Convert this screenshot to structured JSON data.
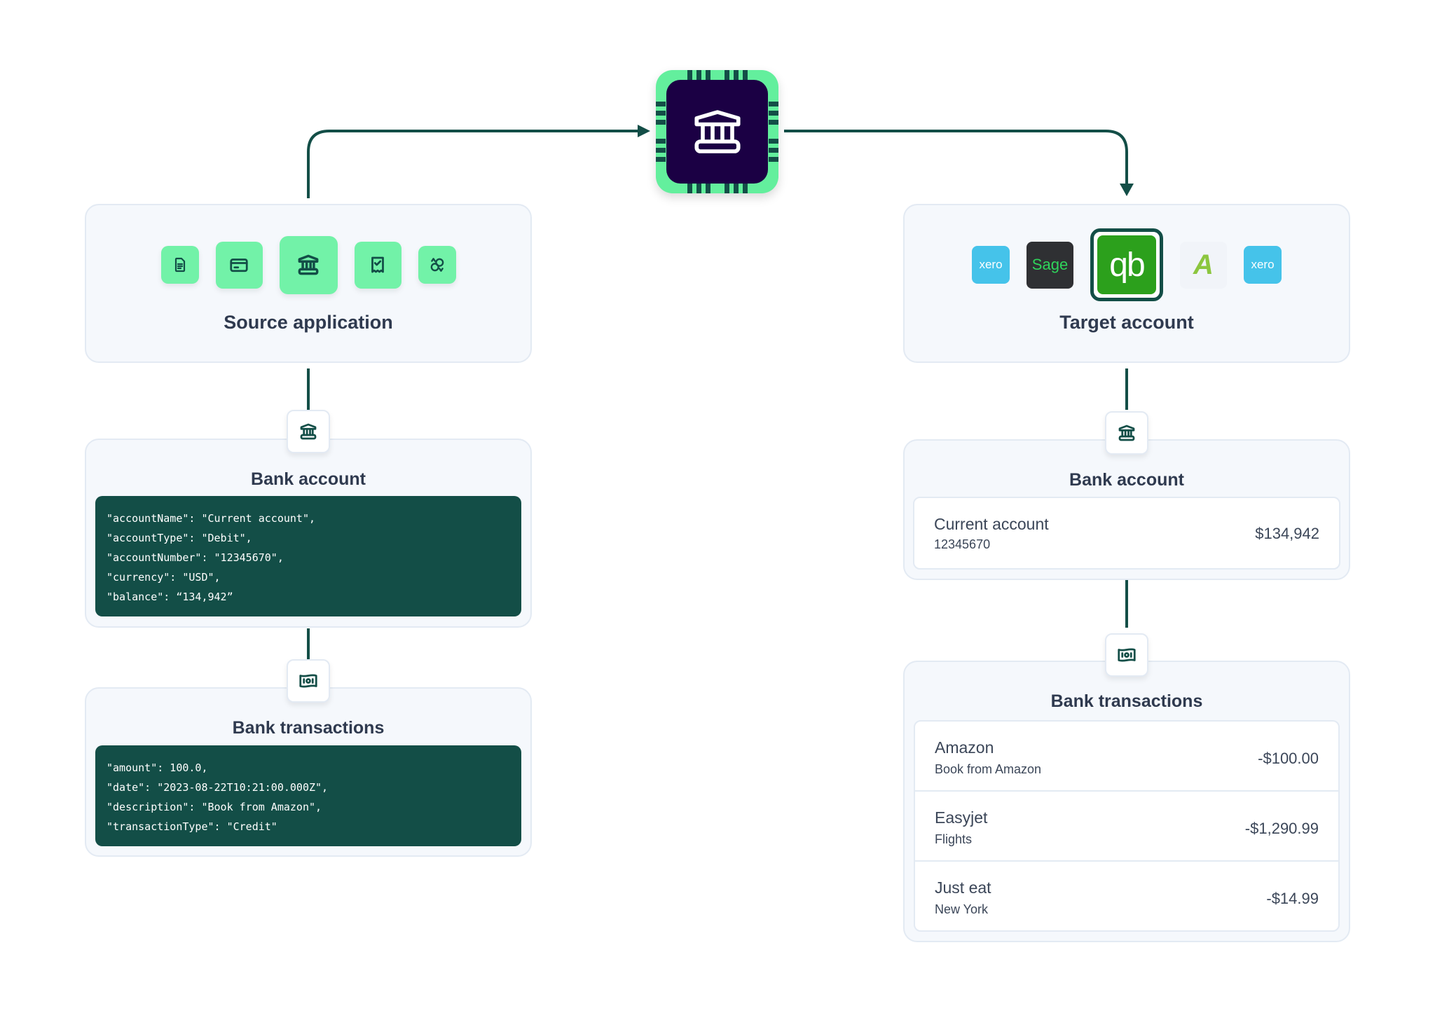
{
  "colors": {
    "accent": "#72f2a8",
    "dark_green": "#134e47",
    "chip_bg": "#1b0044",
    "card_bg": "#f5f8fc",
    "xero": "#45c3ea",
    "sage_bg": "#2f3033",
    "sage_text": "#2fd45b",
    "quickbooks": "#2ca01c"
  },
  "hub": {
    "icon": "bank-icon"
  },
  "source": {
    "title": "Source application",
    "icons": [
      "document-icon",
      "credit-card-icon",
      "bank-icon",
      "receipt-check-icon",
      "exchange-icon"
    ],
    "bank_account": {
      "title": "Bank account",
      "icon": "bank-icon",
      "code": [
        "\"accountName\": \"Current account\",",
        "\"accountType\": \"Debit\",",
        "\"accountNumber\": \"12345670\",",
        "\"currency\": \"USD\",",
        "\"balance\": “134,942”"
      ]
    },
    "bank_transactions": {
      "title": "Bank transactions",
      "icon": "banknote-icon",
      "code": [
        "\"amount\": 100.0,",
        "\"date\": \"2023-08-22T10:21:00.000Z\",",
        "\"description\": \"Book from Amazon\",",
        "\"transactionType\": \"Credit\""
      ]
    }
  },
  "target": {
    "title": "Target account",
    "logos": [
      {
        "name": "xero",
        "label": "xero"
      },
      {
        "name": "sage",
        "label": "Sage"
      },
      {
        "name": "quickbooks",
        "label": "qb"
      },
      {
        "name": "freeagent",
        "label": "A"
      },
      {
        "name": "xero",
        "label": "xero"
      }
    ],
    "bank_account": {
      "title": "Bank account",
      "icon": "bank-icon",
      "name": "Current account",
      "number": "12345670",
      "balance": "$134,942"
    },
    "bank_transactions": {
      "title": "Bank transactions",
      "icon": "banknote-icon",
      "rows": [
        {
          "name": "Amazon",
          "sub": "Book from Amazon",
          "amount": "-$100.00"
        },
        {
          "name": "Easyjet",
          "sub": "Flights",
          "amount": "-$1,290.99"
        },
        {
          "name": "Just eat",
          "sub": "New York",
          "amount": "-$14.99"
        }
      ]
    }
  }
}
